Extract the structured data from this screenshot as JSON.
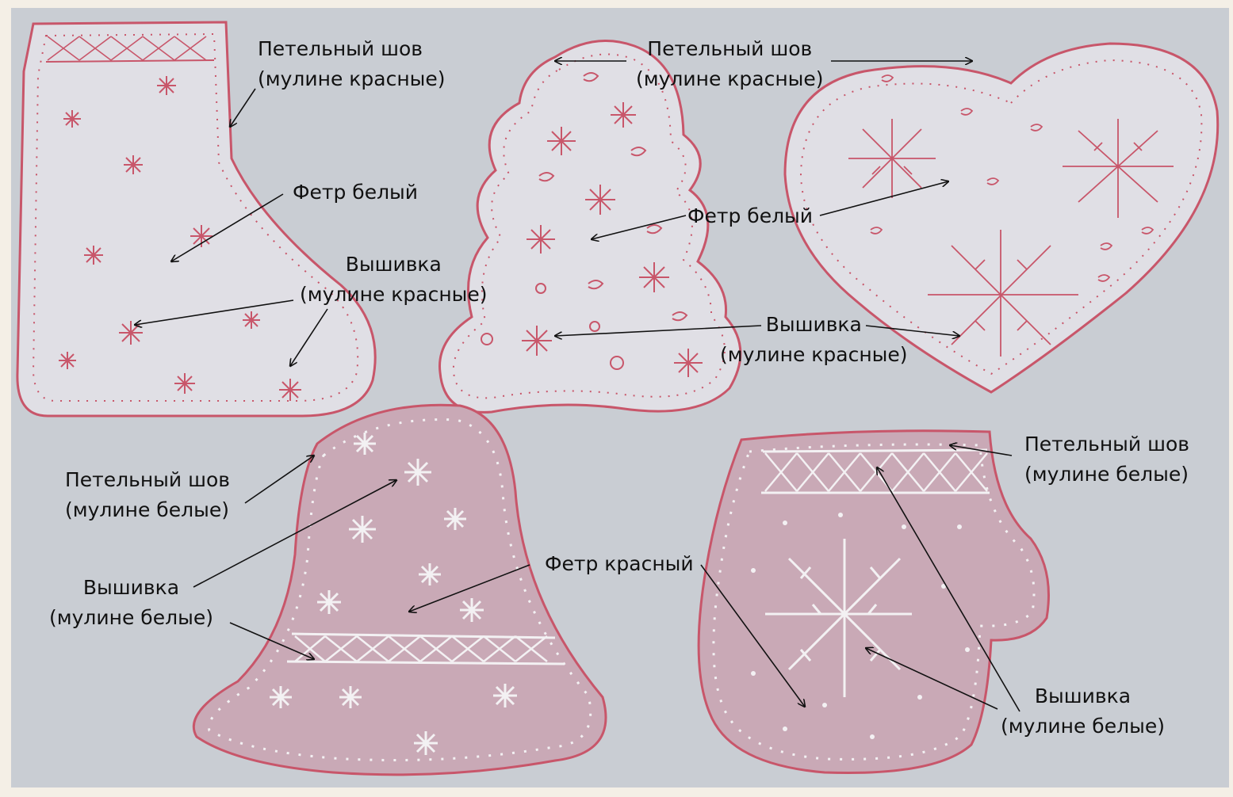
{
  "labels": {
    "boot_stitch": {
      "line1": "Петельный шов",
      "line2": "(мулине красные)"
    },
    "boot_felt": {
      "line1": "Фетр белый"
    },
    "boot_embroidery": {
      "line1": "Вышивка",
      "line2": "(мулине красные)"
    },
    "tree_stitch": {
      "line1": "Петельный шов",
      "line2": "(мулине красные)"
    },
    "tree_felt": {
      "line1": "Фетр белый"
    },
    "tree_embroidery": {
      "line1": "Вышивка",
      "line2": "(мулине красные)"
    },
    "bell_stitch": {
      "line1": "Петельный шов",
      "line2": "(мулине белые)"
    },
    "bell_embroidery": {
      "line1": "Вышивка",
      "line2": "(мулине белые)"
    },
    "red_felt": {
      "line1": "Фетр красный"
    },
    "mitten_stitch": {
      "line1": "Петельный шов",
      "line2": "(мулине белые)"
    },
    "mitten_embroidery": {
      "line1": "Вышивка",
      "line2": "(мулине белые)"
    }
  },
  "colors": {
    "paper": "#c9cdd3",
    "sketch_red": "#c8566a",
    "red_felt_fill": "#c9a9b6",
    "white_thread": "#f3f1f3",
    "arrow": "#111111"
  }
}
